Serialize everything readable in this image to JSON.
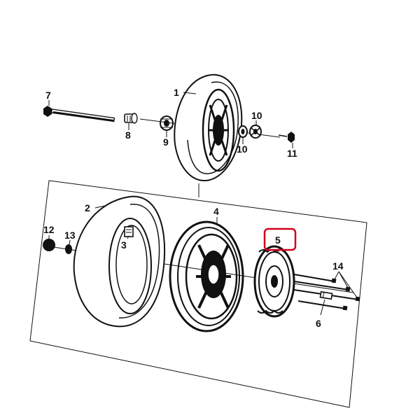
{
  "diagram": {
    "callouts": [
      {
        "id": "p1",
        "label": "1"
      },
      {
        "id": "p2",
        "label": "2"
      },
      {
        "id": "p3",
        "label": "3"
      },
      {
        "id": "p4",
        "label": "4"
      },
      {
        "id": "p5",
        "label": "5"
      },
      {
        "id": "p6",
        "label": "6"
      },
      {
        "id": "p7",
        "label": "7"
      },
      {
        "id": "p8",
        "label": "8"
      },
      {
        "id": "p9",
        "label": "9"
      },
      {
        "id": "p10a",
        "label": "10"
      },
      {
        "id": "p10b",
        "label": "10"
      },
      {
        "id": "p11",
        "label": "11"
      },
      {
        "id": "p12",
        "label": "12"
      },
      {
        "id": "p13",
        "label": "13"
      },
      {
        "id": "p14",
        "label": "14"
      }
    ],
    "highlight_color": "#d0021b",
    "ink_color": "#111111"
  }
}
